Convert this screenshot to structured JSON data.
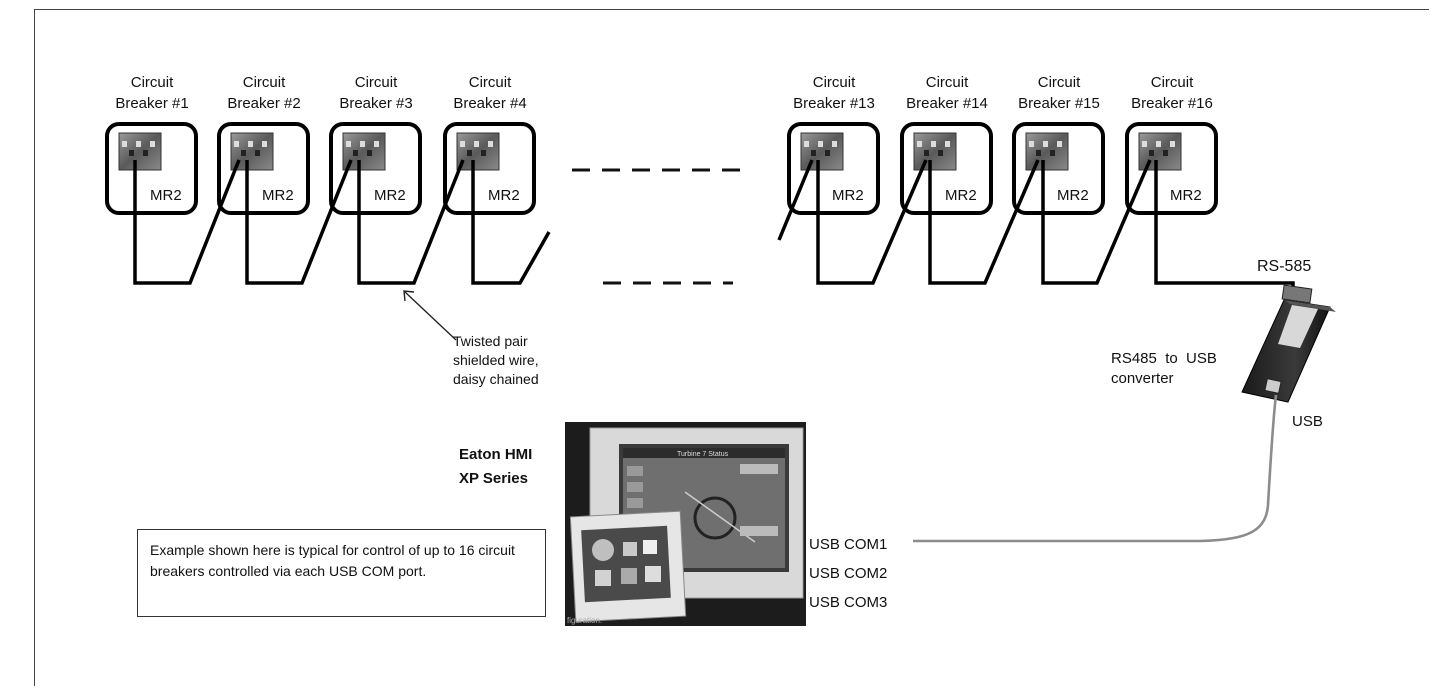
{
  "breakers": [
    {
      "title_line1": "Circuit",
      "title_line2": "Breaker #1",
      "module": "MR2"
    },
    {
      "title_line1": "Circuit",
      "title_line2": "Breaker #2",
      "module": "MR2"
    },
    {
      "title_line1": "Circuit",
      "title_line2": "Breaker #3",
      "module": "MR2"
    },
    {
      "title_line1": "Circuit",
      "title_line2": "Breaker #4",
      "module": "MR2"
    },
    {
      "title_line1": "Circuit",
      "title_line2": "Breaker #13",
      "module": "MR2"
    },
    {
      "title_line1": "Circuit",
      "title_line2": "Breaker #14",
      "module": "MR2"
    },
    {
      "title_line1": "Circuit",
      "title_line2": "Breaker #15",
      "module": "MR2"
    },
    {
      "title_line1": "Circuit",
      "title_line2": "Breaker #16",
      "module": "MR2"
    }
  ],
  "wire_label": {
    "line1": "Twisted pair",
    "line2": "shielded wire,",
    "line3": "daisy chained"
  },
  "rs585_label": "RS-585",
  "converter_label": {
    "line1": "RS485  to  USB",
    "line2": "converter"
  },
  "usb_label": "USB",
  "hmi_label": {
    "line1": "Eaton HMI",
    "line2": "XP Series"
  },
  "com_ports": [
    "USB COM1",
    "USB COM2",
    "USB COM3"
  ],
  "note": "Example shown here is typical for control of up to 16 circuit breakers controlled via each USB COM port.",
  "photo_caption": "figuration.",
  "screen_title": "Turbine 7 Status"
}
